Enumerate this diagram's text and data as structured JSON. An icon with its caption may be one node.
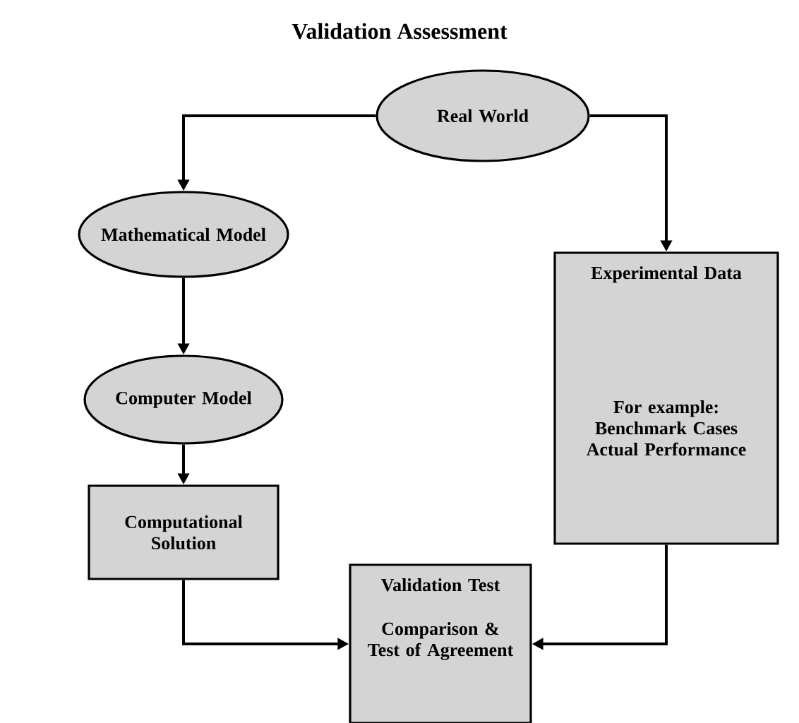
{
  "diagram": {
    "title": "Validation Assessment",
    "nodes": [
      {
        "text": [
          "Real World"
        ]
      },
      {
        "text": [
          "Mathematical Model"
        ]
      },
      {
        "text": [
          "Computer Model"
        ]
      },
      {
        "text": [
          "Computational Solution"
        ]
      },
      {
        "text": [
          "Experimental Data",
          "For example: Benchmark Cases Actual Performance"
        ]
      },
      {
        "text": [
          "Validation Test",
          "Comparison & Test of Agreement"
        ]
      }
    ],
    "edges": [
      {
        "from": 0,
        "to": 1,
        "arrow": "to"
      },
      {
        "from": 0,
        "to": 4,
        "arrow": "to"
      },
      {
        "from": 1,
        "to": 2,
        "arrow": "to"
      },
      {
        "from": 2,
        "to": 3,
        "arrow": "to"
      },
      {
        "from": 3,
        "to": 5,
        "arrow": "to"
      },
      {
        "from": 4,
        "to": 5,
        "arrow": "to"
      }
    ]
  }
}
